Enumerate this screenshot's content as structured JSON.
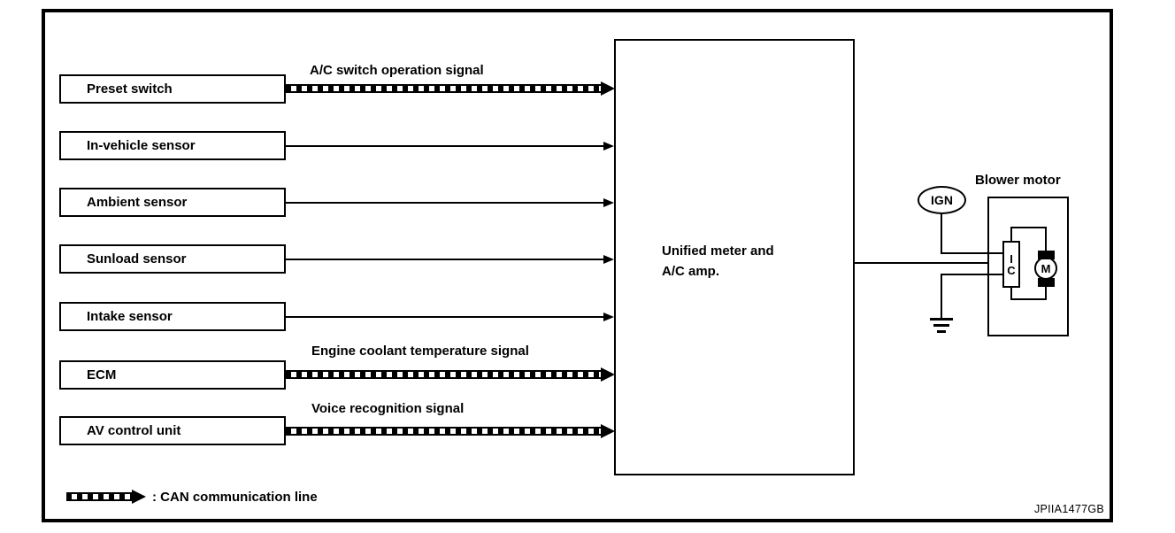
{
  "diagram": {
    "sources": [
      {
        "label": "Preset switch",
        "signal": "A/C switch operation signal",
        "line_type": "can"
      },
      {
        "label": "In-vehicle sensor",
        "line_type": "plain"
      },
      {
        "label": "Ambient sensor",
        "line_type": "plain"
      },
      {
        "label": "Sunload sensor",
        "line_type": "plain"
      },
      {
        "label": "Intake sensor",
        "line_type": "plain"
      },
      {
        "label": "ECM",
        "signal": "Engine coolant temperature signal",
        "line_type": "can"
      },
      {
        "label": "AV control unit",
        "signal": "Voice recognition signal",
        "line_type": "can"
      }
    ],
    "central_unit": {
      "line1": "Unified meter and",
      "line2": "A/C amp."
    },
    "blower_motor": {
      "title": "Blower motor",
      "ign_label": "IGN",
      "ic_top": "I",
      "ic_bottom": "C",
      "motor_label": "M"
    },
    "legend": {
      "label": ": CAN communication line"
    },
    "figure_code": "JPIIA1477GB",
    "colors": {
      "line": "#000000",
      "background": "#ffffff"
    }
  }
}
